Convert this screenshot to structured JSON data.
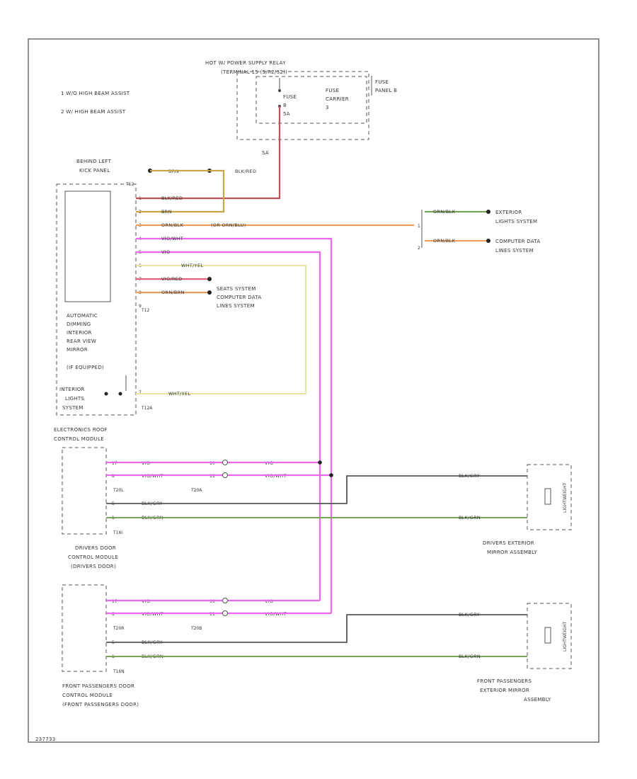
{
  "diagram_id": "237733",
  "legend": [
    "1   W/O HIGH BEAM ASSIST",
    "2   W/ HIGH BEAM ASSIST"
  ],
  "relay": {
    "title": "HOT W/ POWER SUPPLY RELAY",
    "subtitle": "(TERMINAL 15 (S/R2/S2))",
    "fuse_name": "FUSE",
    "fuse_number": "8",
    "fuse_rating": "5A",
    "fuse_carrier": "FUSE CARRIER 3",
    "fuse_carrier_l1": "FUSE",
    "fuse_carrier_l2": "CARRIER",
    "fuse_carrier_l3": "3",
    "fuse_panel_l1": "FUSE",
    "fuse_panel_l2": "PANEL B",
    "feed_label": "SA"
  },
  "ground": {
    "line1": "BEHIND LEFT",
    "line2": "KICK PANEL",
    "brn_label": "BRN",
    "red_label": "BLK/RED"
  },
  "mirror": {
    "connector": "T12",
    "lines": [
      "AUTOMATIC",
      "DIMMING",
      "INTERIOR",
      "REAR VIEW",
      "MIRROR",
      "(IF EQUIPPED)"
    ],
    "pins": [
      "1",
      "2",
      "3",
      "4",
      "5",
      "6",
      "7",
      "8",
      "9"
    ],
    "pin_lower": "7",
    "connector_lower": "T12A"
  },
  "wires": {
    "w1": "BLK/RED",
    "w2": "BRN",
    "w3": "ORN/BLK",
    "w3b": "(OR ORN/BLU)",
    "w4": "VIO/WHT",
    "w5": "VIO",
    "w6": "WHT/YEL",
    "w7": "VIO/RED",
    "w8": "ORN/BRN",
    "w9": "WHT/YEL"
  },
  "ext_lights": {
    "wire1": "ORN/BLK",
    "wire2": "ORN/BLK",
    "dest1_l1": "EXTERIOR",
    "dest1_l2": "LIGHTS SYSTEM",
    "dest2_l1": "COMPUTER DATA",
    "dest2_l2": "LINES SYSTEM",
    "branch1": "1",
    "branch2": "2"
  },
  "seats": {
    "l1": "SEATS SYSTEM",
    "l2": "COMPUTER DATA",
    "l3": "LINES SYSTEM"
  },
  "interior_lights": {
    "l1": "INTERIOR",
    "l2": "LIGHTS",
    "l3": "SYSTEM"
  },
  "roof_module": {
    "l1": "ELECTRONICS ROOF",
    "l2": "CONTROL MODULE"
  },
  "drivers_door": {
    "pin_top": "17",
    "pin_bottom": "8",
    "wire_top": "VIO",
    "wire_bottom": "VIO/WHT",
    "conn_a": "T20L",
    "conn_b": "T20A",
    "inline_top": "10",
    "inline_bottom": "11",
    "inline_top_wire": "VIO",
    "inline_bottom_wire": "VIO/WHT",
    "pin_gnd1": "5",
    "pin_gnd2": "1",
    "gnd1_wire": "BLK/GRY",
    "gnd2_wire": "BLK/GRN",
    "conn_bottom": "T16I",
    "label_l1": "DRIVERS DOOR",
    "label_l2": "CONTROL MODULE",
    "label_l3": "(DRIVERS DOOR)"
  },
  "drivers_mirror": {
    "wire1": "BLK/GRY",
    "wire2": "BLK/GRN",
    "device": "LIGHTWEIGHT",
    "label_l1": "DRIVERS EXTERIOR",
    "label_l2": "MIRROR ASSEMBLY"
  },
  "pass_door": {
    "pin_top": "17",
    "pin_bottom": "8",
    "wire_top": "VIO",
    "wire_bottom": "VIO/WHT",
    "conn_a": "T20R",
    "conn_b": "T20B",
    "inline_top": "10",
    "inline_bottom": "11",
    "inline_top_wire": "VIO",
    "inline_bottom_wire": "VIO/WHT",
    "pin_gnd1": "5",
    "pin_gnd2": "1",
    "gnd1_wire": "BLK/GRY",
    "gnd2_wire": "BLK/GRN",
    "conn_bottom": "T16N",
    "label_l1": "FRONT PASSENGERS DOOR",
    "label_l2": "CONTROL MODULE",
    "label_l3": "(FRONT PASSENGERS DOOR)"
  },
  "pass_mirror": {
    "wire1": "BLK/GRY",
    "wire2": "BLK/GRN",
    "device": "LIGHTWEIGHT",
    "label_l1": "FRONT PASSENGERS",
    "label_l2": "EXTERIOR MIRROR",
    "label_l3": "ASSEMBLY"
  },
  "colors": {
    "red": "#c0505a",
    "brown": "#c9a54a",
    "orange": "#e8a060",
    "violet": "#ee66ee",
    "yellow": "#e6e6a0",
    "gray": "#555555",
    "green": "#7aa25a"
  }
}
